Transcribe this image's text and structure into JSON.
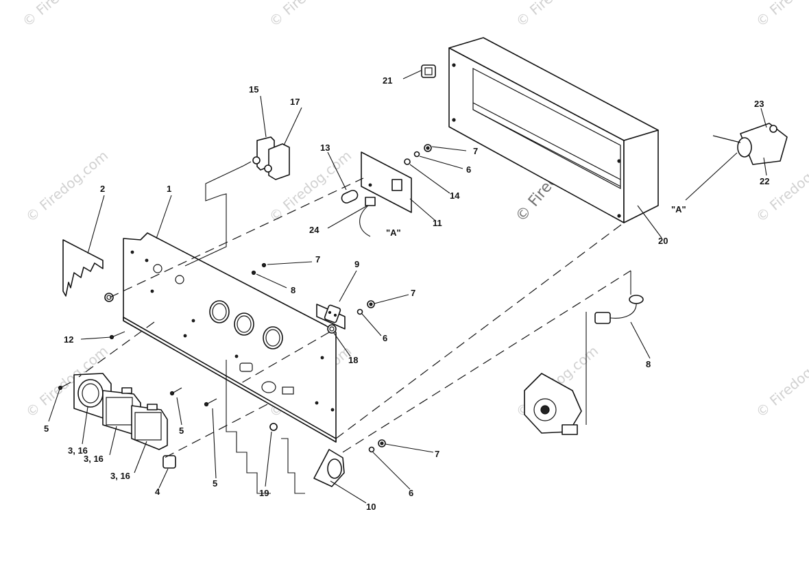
{
  "watermark": {
    "text": "© Firedog.com",
    "center_text": "© Firedog.com"
  },
  "callouts": {
    "c1": "1",
    "c2": "2",
    "c3_16a": "3, 16",
    "c3_16b": "3, 16",
    "c3_16c": "3, 16",
    "c4": "4",
    "c5a": "5",
    "c5b": "5",
    "c5c": "5",
    "c6a": "6",
    "c6b": "6",
    "c6c": "6",
    "c7a": "7",
    "c7b": "7",
    "c7c": "7",
    "c7d": "7",
    "c8a": "8",
    "c8b": "8",
    "c9": "9",
    "c10": "10",
    "c11": "11",
    "c12": "12",
    "c13": "13",
    "c14": "14",
    "c15": "15",
    "c17": "17",
    "c18": "18",
    "c19": "19",
    "c20": "20",
    "c21": "21",
    "c22": "22",
    "c23": "23",
    "c24": "24",
    "refA1": "\"A\"",
    "refA2": "\"A\""
  }
}
